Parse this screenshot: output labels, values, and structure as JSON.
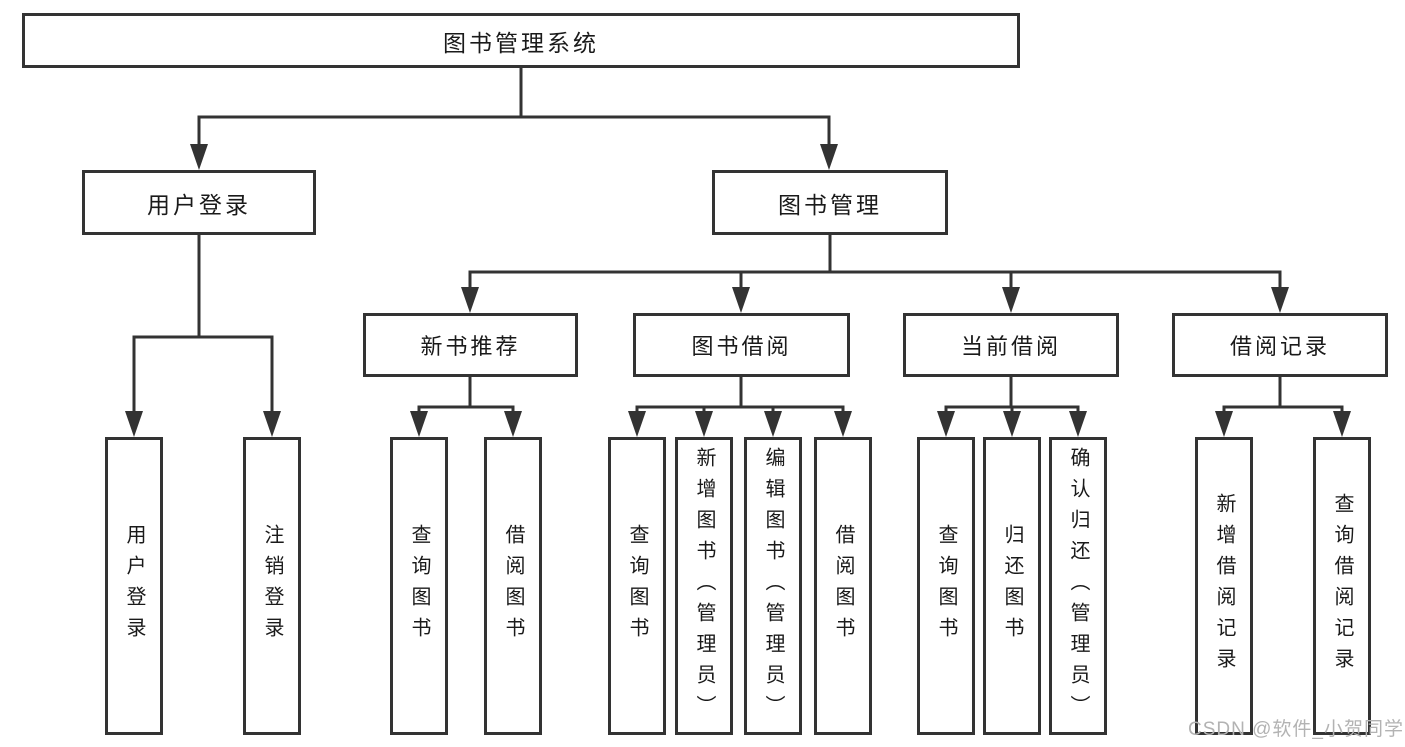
{
  "diagram": {
    "type": "tree",
    "title": "图书管理系统",
    "colors": {
      "line": "#333333",
      "text": "#1a1a1a",
      "box_background": "#ffffff",
      "page_background": "#ffffff"
    },
    "nodes": {
      "root": {
        "label": "图书管理系统"
      },
      "user_login": {
        "label": "用户登录"
      },
      "book_management": {
        "label": "图书管理"
      },
      "new_book_recommend": {
        "label": "新书推荐"
      },
      "book_borrow": {
        "label": "图书借阅"
      },
      "current_borrow": {
        "label": "当前借阅"
      },
      "borrow_record": {
        "label": "借阅记录"
      },
      "leaf_user_login": {
        "label": "用户登录"
      },
      "leaf_logout": {
        "label": "注销登录"
      },
      "leaf_query_book_1": {
        "label": "查询图书"
      },
      "leaf_borrow_book_1": {
        "label": "借阅图书"
      },
      "leaf_query_book_2": {
        "label": "查询图书"
      },
      "leaf_add_book": {
        "label": "新增图书（管理员）"
      },
      "leaf_edit_book": {
        "label": "编辑图书（管理员）"
      },
      "leaf_borrow_book_2": {
        "label": "借阅图书"
      },
      "leaf_query_book_3": {
        "label": "查询图书"
      },
      "leaf_return_book": {
        "label": "归还图书"
      },
      "leaf_confirm_return": {
        "label": "确认归还（管理员）"
      },
      "leaf_add_borrow_record": {
        "label": "新增借阅记录"
      },
      "leaf_query_borrow_record": {
        "label": "查询借阅记录"
      }
    },
    "hierarchy": {
      "图书管理系统": {
        "用户登录": [
          "用户登录",
          "注销登录"
        ],
        "图书管理": {
          "新书推荐": [
            "查询图书",
            "借阅图书"
          ],
          "图书借阅": [
            "查询图书",
            "新增图书（管理员）",
            "编辑图书（管理员）",
            "借阅图书"
          ],
          "当前借阅": [
            "查询图书",
            "归还图书",
            "确认归还（管理员）"
          ],
          "借阅记录": [
            "新增借阅记录",
            "查询借阅记录"
          ]
        }
      }
    }
  },
  "watermark": {
    "text": "CSDN @软件_小贺同学",
    "color": "#b3b3b3"
  }
}
